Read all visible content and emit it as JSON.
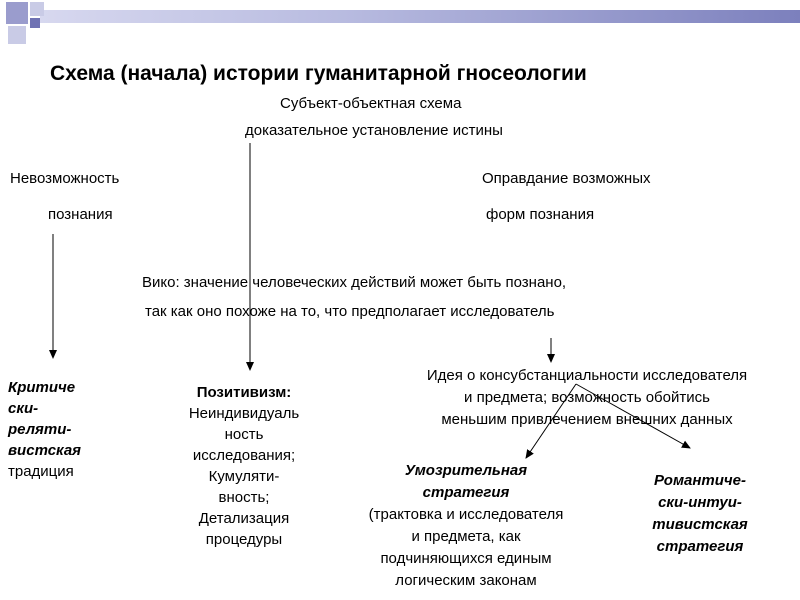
{
  "title": "Схема (начала) истории гуманитарной гносеологии",
  "subject_object": "Субъект-объектная схема",
  "proof": "доказательное установление истины",
  "impossibility": {
    "line1": "Невозможность",
    "line2": "познания"
  },
  "justification": {
    "line1": "Оправдание возможных",
    "line2": "форм познания"
  },
  "vico": {
    "line1": "Вико: значение человеческих действий может быть познано,",
    "line2": "так как оно похоже на то, что предполагает исследователь"
  },
  "critical": {
    "lines": [
      "Критиче",
      "ски-",
      "реляти-",
      "вистская"
    ],
    "last": "традиция"
  },
  "positivism": {
    "heading": "Позитивизм:",
    "lines": [
      "Неиндивидуаль",
      "ность",
      "исследования;",
      "Кумуляти-",
      "вность;",
      "Детализация",
      "процедуры"
    ]
  },
  "idea": {
    "lines": [
      "Идея о консубстанциальности исследователя",
      "и предмета; возможность обойтись",
      "меньшим привлечением внешних данных"
    ]
  },
  "speculative": {
    "heading": [
      "Умозрительная",
      "стратегия"
    ],
    "lines": [
      "(трактовка и исследователя",
      "и предмета, как",
      "подчиняющихся единым",
      "логическим законам"
    ]
  },
  "romantic": {
    "lines": [
      "Романтиче-",
      "ски-интуи-",
      "тивистская",
      "стратегия"
    ]
  }
}
